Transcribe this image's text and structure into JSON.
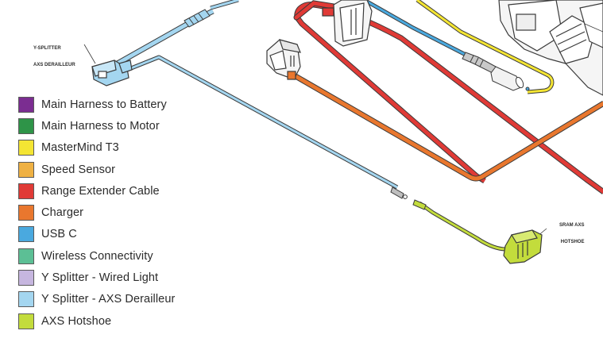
{
  "legend": {
    "items": [
      {
        "label": "Main Harness to Battery",
        "color": "#7b2d91"
      },
      {
        "label": "Main Harness to Motor",
        "color": "#2e9448"
      },
      {
        "label": "MasterMind T3",
        "color": "#f4e533"
      },
      {
        "label": "Speed Sensor",
        "color": "#efb143"
      },
      {
        "label": "Range Extender Cable",
        "color": "#e03a36"
      },
      {
        "label": "Charger",
        "color": "#e9772e"
      },
      {
        "label": "USB C",
        "color": "#4aa9df"
      },
      {
        "label": "Wireless Connectivity",
        "color": "#5cbf95"
      },
      {
        "label": "Y Splitter - Wired Light",
        "color": "#c6b6df"
      },
      {
        "label": "Y Splitter - AXS Derailleur",
        "color": "#a4d6f0"
      },
      {
        "label": "AXS Hotshoe",
        "color": "#c3dc3c"
      }
    ]
  },
  "callouts": {
    "y_splitter_line1": "Y-SPLITTER",
    "y_splitter_line2": "AXS DERAILLEUR",
    "hotshoe_line1": "SRAM AXS",
    "hotshoe_line2": "HOTSHOE"
  },
  "colors": {
    "outline": "#3a3a3a",
    "connector_fill": "#f2f2f2",
    "component_fill": "#f5f5f5"
  }
}
